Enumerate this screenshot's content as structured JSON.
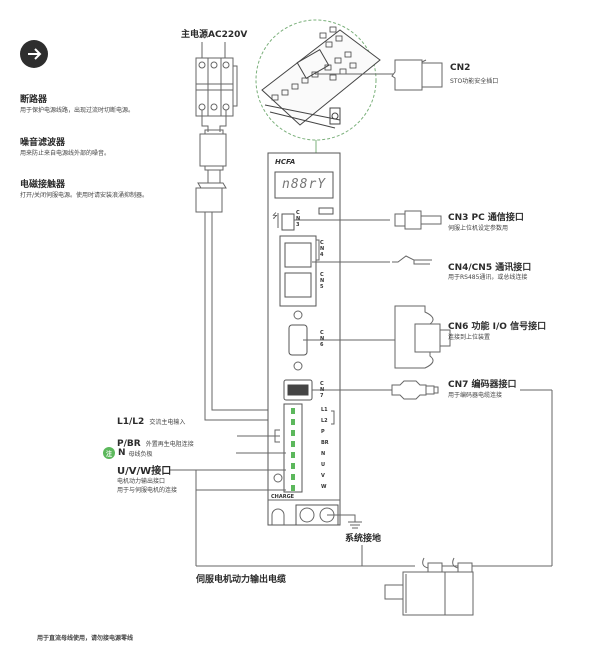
{
  "nav": {
    "next_icon": "arrow-right-icon"
  },
  "left_panel": {
    "items": [
      {
        "title": "断路器",
        "desc": "用于保护电源线路，出现过流时切断电源。"
      },
      {
        "title": "噪音滤波器",
        "desc": "用来防止来自电源线外部的噪音。"
      },
      {
        "title": "电磁接触器",
        "desc": "打开/关闭伺服电源。使用时请安装浪涌抑制器。"
      }
    ]
  },
  "power": {
    "label": "主电源AC220V"
  },
  "connectors": {
    "cn2": {
      "title": "CN2",
      "desc": "STO功能安全插口"
    },
    "cn3": {
      "title": "CN3 PC 通信接口",
      "desc": "伺服上位机设定参数用"
    },
    "cn45": {
      "title": "CN4/CN5  通讯接口",
      "desc": "用于RS485通讯，或总线连接"
    },
    "cn6": {
      "title": "CN6 功能 I/O 信号接口",
      "desc": "连接到上位装置"
    },
    "cn7": {
      "title": "CN7 编码器接口",
      "desc": "用于编码器电缆连接"
    }
  },
  "terminals": {
    "l1l2": {
      "title": "L1/L2",
      "desc": "交流主电输入"
    },
    "pbr": {
      "title": "P/BR",
      "desc": "外置再生电阻连接"
    },
    "n": {
      "badge": "注",
      "title": "N",
      "desc": "母线负极"
    },
    "uvw": {
      "title": "U/V/W接口",
      "desc1": "电机动力输出接口",
      "desc2": "用于与伺服电机的连接"
    }
  },
  "drive": {
    "brand": "HCFA",
    "display": "n88rY",
    "port_labels": [
      "CN3",
      "CN4",
      "CN5",
      "CN6",
      "CN7"
    ],
    "terminal_labels": [
      "L1",
      "L2",
      "P",
      "BR",
      "N",
      "U",
      "V",
      "W"
    ],
    "charge_label": "CHARGE"
  },
  "ground": {
    "label": "系统接地"
  },
  "cable": {
    "label": "伺服电机动力输出电缆"
  },
  "footer": {
    "note": "用于直流母线使用，请勿接电源零线"
  },
  "colors": {
    "accent_green": "#5cb85c",
    "line": "#555555",
    "dark": "#2e2e2e"
  }
}
